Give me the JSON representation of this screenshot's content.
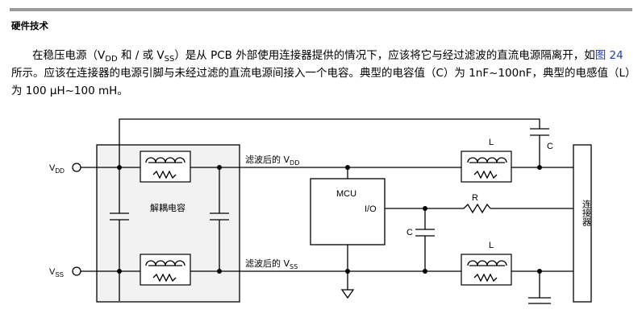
{
  "section_title": "硬件技术",
  "paragraph": {
    "s1": "在稳压电源（V",
    "s1_sub": "DD",
    "s2": " 和 / 或 V",
    "s2_sub": "SS",
    "s3": "）是从 PCB 外部使用连接器提供的情况下，应该将它与经过滤波的直流电源隔离开，如",
    "link": "图 24",
    "s4": " 所示。应该在连接器的电源引脚与未经过滤的直流电源间接入一个电容。典型的电容值（C）为 1nF~100nF，典型的电感值（L）为 100 μH~100 mH。"
  },
  "diagram": {
    "vdd": "V",
    "vdd_sub": "DD",
    "vss": "V",
    "vss_sub": "SS",
    "decap": "解耦电容",
    "filtered_vdd": "滤波后的 V",
    "filtered_vdd_sub": "DD",
    "filtered_vss": "滤波后的 V",
    "filtered_vss_sub": "SS",
    "mcu": "MCU",
    "io": "I/O",
    "r": "R",
    "c_io": "C",
    "l_top": "L",
    "c_top": "C",
    "l_bottom": "L",
    "connector": "连接器"
  }
}
